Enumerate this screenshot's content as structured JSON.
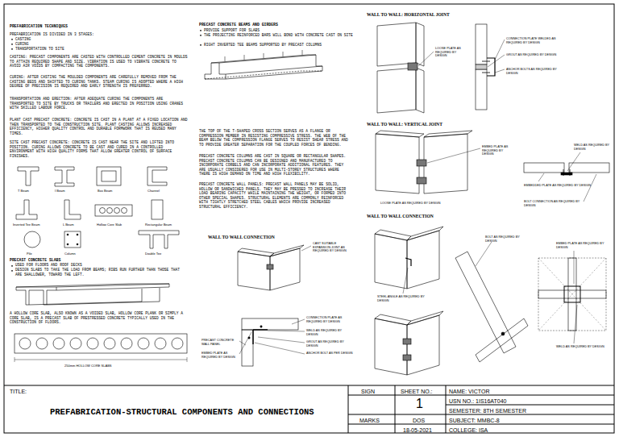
{
  "diagram": {
    "title": "PREFABRICATION-STRUCTURAL COMPONENTS AND CONNECTIONS",
    "labels": [
      "PREFABRICATION TECHNIQUES",
      "PREFABRICATION IS DIVIDED IN 3 STAGES:",
      "CASTING",
      "CURING",
      "TRANSPORTATION TO SITE",
      "CASTING: PRECAST COMPONENTS ARE CASTED WITH CONTROLLED CEMENT CONCRETE IN MOULDS TO ATTAIN REQUIRED SHAPE AND SIZE. VIBRATION IS USED TO VIBRATE CONCRETE TO AVOID AIR VOIDS BY COMPACTING THE COMPONENTS.",
      "CURING: AFTER CASTING THE MOULDED COMPONENTS ARE CAREFULLY REMOVED FROM THE CASTING BEDS AND SHIFTED TO CURING TANKS. STEAM CURING IS ADOPTED WHERE A HIGH DEGREE OF PRECISION IS REQUIRED AND EARLY STRENGTH IS PREFERRED.",
      "TRANSPORTATION AND ERECTION: AFTER ADEQUATE CURING THE COMPONENTS ARE TRANSPORTED TO SITE BY TRUCKS OR TRAILERS AND ERECTED IN POSITION USING CRANES WITH SKILLED LABOUR FORCE.",
      "PLANT CAST PRECAST CONCRETE: CONCRETE IS CAST IN A PLANT AT A FIXED LOCATION AND THEN TRANSPORTED TO THE CONSTRUCTION SITE. PLANT CASTING ALLOWS INCREASED EFFICIENCY, HIGHER QUALITY CONTROL AND DURABLE FORMWORK THAT IS REUSED MANY TIMES.",
      "SITE CAST PRECAST CONCRETE: CONCRETE IS CAST NEAR THE SITE AND LIFTED INTO POSITION. CURING ALLOWS CONCRETE TO BE CAST AND CURED IN A CONTROLLED ENVIRONMENT WITH HIGH QUALITY FORMS THAT ALLOW GREATER CONTROL OF SURFACE FINISHES.",
      "T Beam",
      "I Beam",
      "Box Beam",
      "Channel",
      "Inverted Tee Beam",
      "L Beam",
      "Hollow Core Slab",
      "Rectangular Beam",
      "Pile",
      "Column",
      "Double Tee",
      "PRECAST CONCRETE SLABS",
      "USED FOR FLOORS AND ROOF DECKS",
      "DESIGN SLABS TO TAKE THE LOAD FROM BEAMS; RIBS RUN FURTHER THAN THOSE THAT ARE SHALLOWER, TOWARD THE LEFT.",
      "A HOLLOW CORE SLAB, ALSO KNOWN AS A VOIDED SLAB, HOLLOW CORE PLANK OR SIMPLY A CORE SLAB, IS A PRECAST SLAB OF PRESTRESSED CONCRETE TYPICALLY USED IN THE CONSTRUCTION OF FLOORS.",
      "250mm HOLLOW CORE SLABS",
      "PRECAST CONCRETE BEAMS AND GIRDERS",
      "PROVIDE SUPPORT FOR SLABS",
      "THE PROJECTING REINFORCED BARS WILL BOND WITH CONCRETE CAST ON SITE",
      "RIGHT INVERTED TEE BEAMS SUPPORTED BY PRECAST COLUMNS",
      "THE TOP OF THE T-SHAPED CROSS SECTION SERVES AS A FLANGE OR COMPRESSION MEMBER IN RESISTING COMPRESSIVE STRESS. THE WEB OF THE BEAM BELOW THE COMPRESSION FLANGE SERVES TO RESIST SHEAR STRESS AND TO PROVIDE GREATER SEPARATION FOR THE COUPLED FORCES OF BENDING.",
      "PRECAST CONCRETE COLUMNS ARE CAST IN SQUARE OR RECTANGULAR SHAPES. PRECAST CONCRETE COLUMNS CAN BE DESIGNED AND MANUFACTURED TO INCORPORATE CORBELS AND CAN INCORPORATE ADDITIONAL FEATURES. THEY ARE USUALLY CONSIDERED FOR USE IN MULTI-STOREY STRUCTURES WHERE THERE IS HIGH DEMAND ON TIME AND HIGH FLEXIBILITY.",
      "PRECAST CONCRETE WALL PANELS: PRECAST WALL PANELS MAY BE SOLID, HOLLOW OR SANDWICHED PANELS. THEY MAY BE PRESSED TO INCREASE THEIR LOAD BEARING CAPACITY WHILE MAINTAINING THE WEIGHT, OR FORMED INTO OTHER SPECIAL SHAPES. STRUCTURAL ELEMENTS ARE COMMONLY REINFORCED WITH TIGHTLY STRETCHED STEEL CABLES WHICH PROVIDE INCREASED STRUCTURAL EFFICIENCY.",
      "WALL TO WALL CONNECTION",
      "CAST SUITABLE EXPANSION JOINT AS REQUIRED BY DESIGN",
      "PRECAST CONCRETE WALL PANEL",
      "EMBED PLATE AS REQUIRED BY DESIGN",
      "CONNECTION PLATE AS REQUIRED BY DESIGN",
      "WELD AS REQUIRED BY DESIGN",
      "GROUT AS REQUIRED BY DESIGN",
      "ANCHOR BOLT AS PER DESIGN",
      "WALL TO WALL: HORIZONTAL JOINT",
      "LOOSE PLATE AS REQUIRED BY DESIGN",
      "CONNECTION PLATE WELDED AS REQUIRED BY DESIGN",
      "GROUT AS REQUIRED BY DESIGN",
      "ANCHOR BOLTS AS REQUIRED BY DESIGN",
      "WALL TO WALL: VERTICAL JOINT",
      "EMBED PLATE AS REQUIRED BY DESIGN",
      "LOOSE PLATE AS REQUIRED BY DESIGN",
      "WELD AS REQUIRED BY DESIGN",
      "EMBEDDED PLATE AS REQUIRED BY DESIGN",
      "BOLT CONNECTION AS REQUIRED BY DESIGN",
      "WALL TO WALL CONNECTION",
      "STEEL ANGLE AS REQUIRED BY DESIGN",
      "BOLT AS REQUIRED BY DESIGN",
      "EMBED PLATE AS REQUIRED BY DESIGN",
      "WELD AS REQUIRED BY DESIGN",
      "TITLE:",
      "SIGN",
      "SHEET NO.:",
      "1",
      "NAME: VICTOR",
      "USN NO.: 1IS16AT040",
      "SEMESTER: 8TH SEMESTER",
      "MARKS",
      "DOS",
      "SUBJECT: MMBC-8",
      "18-05-2021",
      "COLLEGE: ISA"
    ]
  }
}
